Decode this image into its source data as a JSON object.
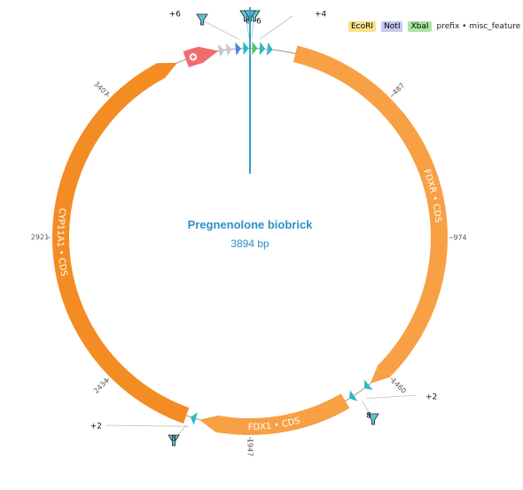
{
  "plasmid": {
    "name": "Pregnenolone biobrick",
    "length_label": "3894 bp",
    "length": 3894
  },
  "ticks": [
    {
      "pos": 487,
      "label": "487"
    },
    {
      "pos": 974,
      "label": "974"
    },
    {
      "pos": 1460,
      "label": "1460"
    },
    {
      "pos": 1947,
      "label": "1947"
    },
    {
      "pos": 2434,
      "label": "2434"
    },
    {
      "pos": 2921,
      "label": "2921"
    },
    {
      "pos": 3407,
      "label": "3407"
    }
  ],
  "features": [
    {
      "name": "FDXR",
      "type": "CDS",
      "label": "FDXR  •  CDS",
      "start": 150,
      "end": 1520,
      "color": "#f7a044"
    },
    {
      "name": "FDX1",
      "type": "CDS",
      "label": "FDX1  •  CDS",
      "start": 1620,
      "end": 2115,
      "color": "#f7a044"
    },
    {
      "name": "CYP11A1",
      "type": "CDS",
      "label": "CYP11A1  •  CDS",
      "start": 2160,
      "end": 3650,
      "color": "#f48c24"
    },
    {
      "name": "ori",
      "type": "misc",
      "label": "",
      "start": 3680,
      "end": 3790,
      "color": "#f06a6e"
    }
  ],
  "small_markers": [
    {
      "pos": 3800,
      "color": "#c9c9c9"
    },
    {
      "pos": 3825,
      "color": "#c9c9c9"
    },
    {
      "pos": 3855,
      "color": "#4f87d8"
    },
    {
      "pos": 3880,
      "color": "#2fb8c4"
    },
    {
      "pos": 15,
      "color": "#55c46a"
    },
    {
      "pos": 40,
      "color": "#2fb8c4"
    },
    {
      "pos": 65,
      "color": "#2fb8c4"
    },
    {
      "pos": 1535,
      "color": "#2fb8c4"
    },
    {
      "pos": 1595,
      "color": "#2fb8c4"
    },
    {
      "pos": 2135,
      "color": "#2fb8c4"
    }
  ],
  "cut_sites": [
    {
      "count_label": "+6",
      "pos": 3860
    },
    {
      "count_label": "6",
      "pos": 3892
    },
    {
      "count_label": "6",
      "pos": 5
    },
    {
      "count_label": "+4",
      "pos": 30
    },
    {
      "count_label": "+2",
      "pos": 1560
    },
    {
      "count_label": "8",
      "pos": 1575
    },
    {
      "count_label": "+2",
      "pos": 2140
    },
    {
      "count_label": "8",
      "pos": 2150
    }
  ],
  "legend": {
    "items": [
      {
        "label": "EcoRI",
        "color": "#f7e48a"
      },
      {
        "label": "NotI",
        "color": "#c7c8f2"
      },
      {
        "label": "XbaI",
        "color": "#a8e6a0"
      }
    ],
    "text": "prefix • misc_feature"
  },
  "colors": {
    "accent": "#2e8fc8",
    "backbone": "#9a9a9a",
    "origin_line": "#2aa6c8",
    "enzyme_icon": "#5ec4d8"
  }
}
